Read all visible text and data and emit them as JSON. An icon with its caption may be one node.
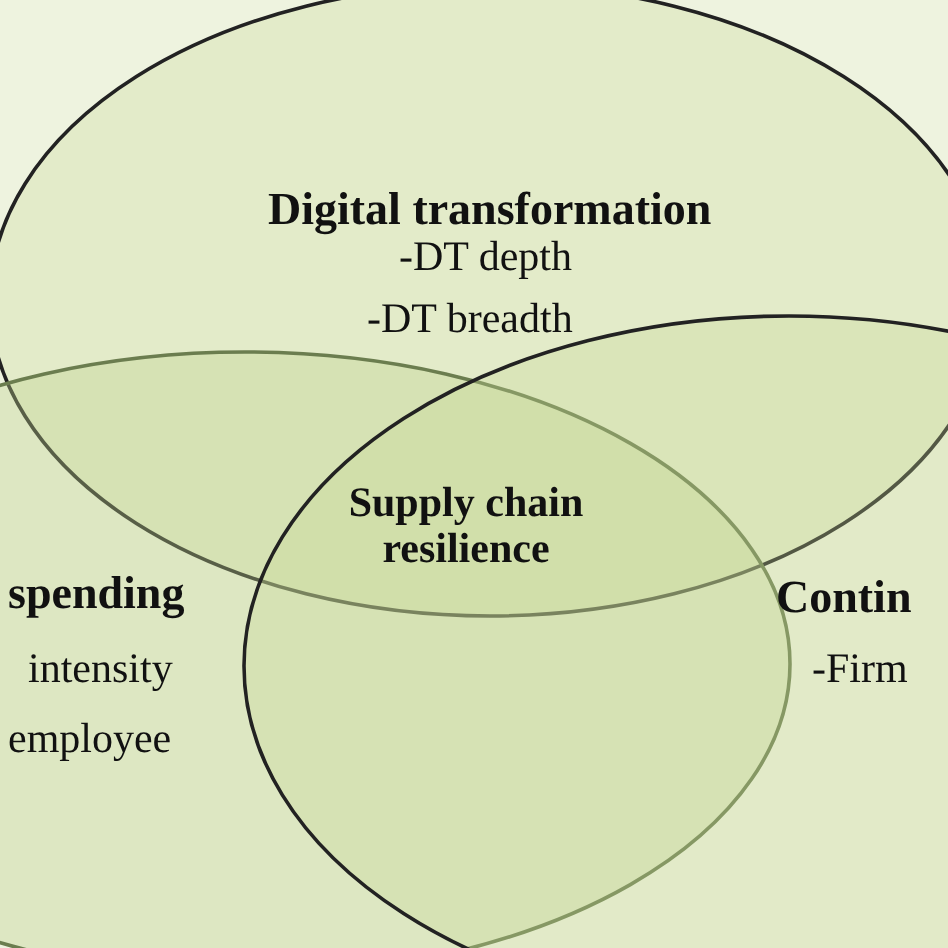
{
  "diagram": {
    "nodes": [
      {
        "text": [
          "Digital transformation",
          "-DT depth",
          "-DT breadth"
        ]
      },
      {
        "text": [
          "spending",
          "intensity",
          "employee"
        ]
      },
      {
        "text": [
          "Contin",
          "-Firm"
        ]
      }
    ],
    "edges": [],
    "labels": [
      "Supply chain resilience"
    ]
  }
}
